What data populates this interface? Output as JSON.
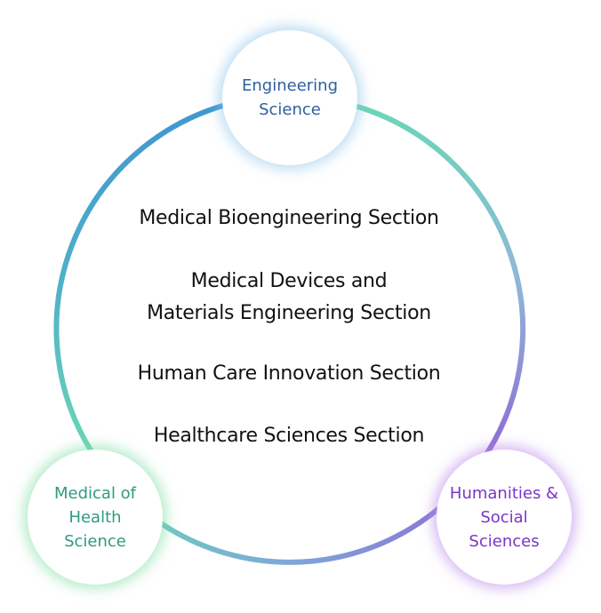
{
  "nodes": {
    "engineering": {
      "line1": "Engineering",
      "line2": "Science"
    },
    "medical": {
      "line1": "Medical of",
      "line2": "Health",
      "line3": "Science"
    },
    "humanities": {
      "line1": "Humanities &",
      "line2": "Social",
      "line3": "Sciences"
    }
  },
  "sections": [
    "Medical Bioengineering Section",
    "Medical Devices and",
    "Materials Engineering Section",
    "Human Care Innovation Section",
    "Healthcare Sciences Section"
  ],
  "colors": {
    "ring_blue": "#3f97cf",
    "ring_teal": "#6ad6b7",
    "ring_purple": "#8e6bd6",
    "engineering_text": "#2e5f9e",
    "medical_text": "#2f9a80",
    "humanities_text": "#7a35c8"
  }
}
